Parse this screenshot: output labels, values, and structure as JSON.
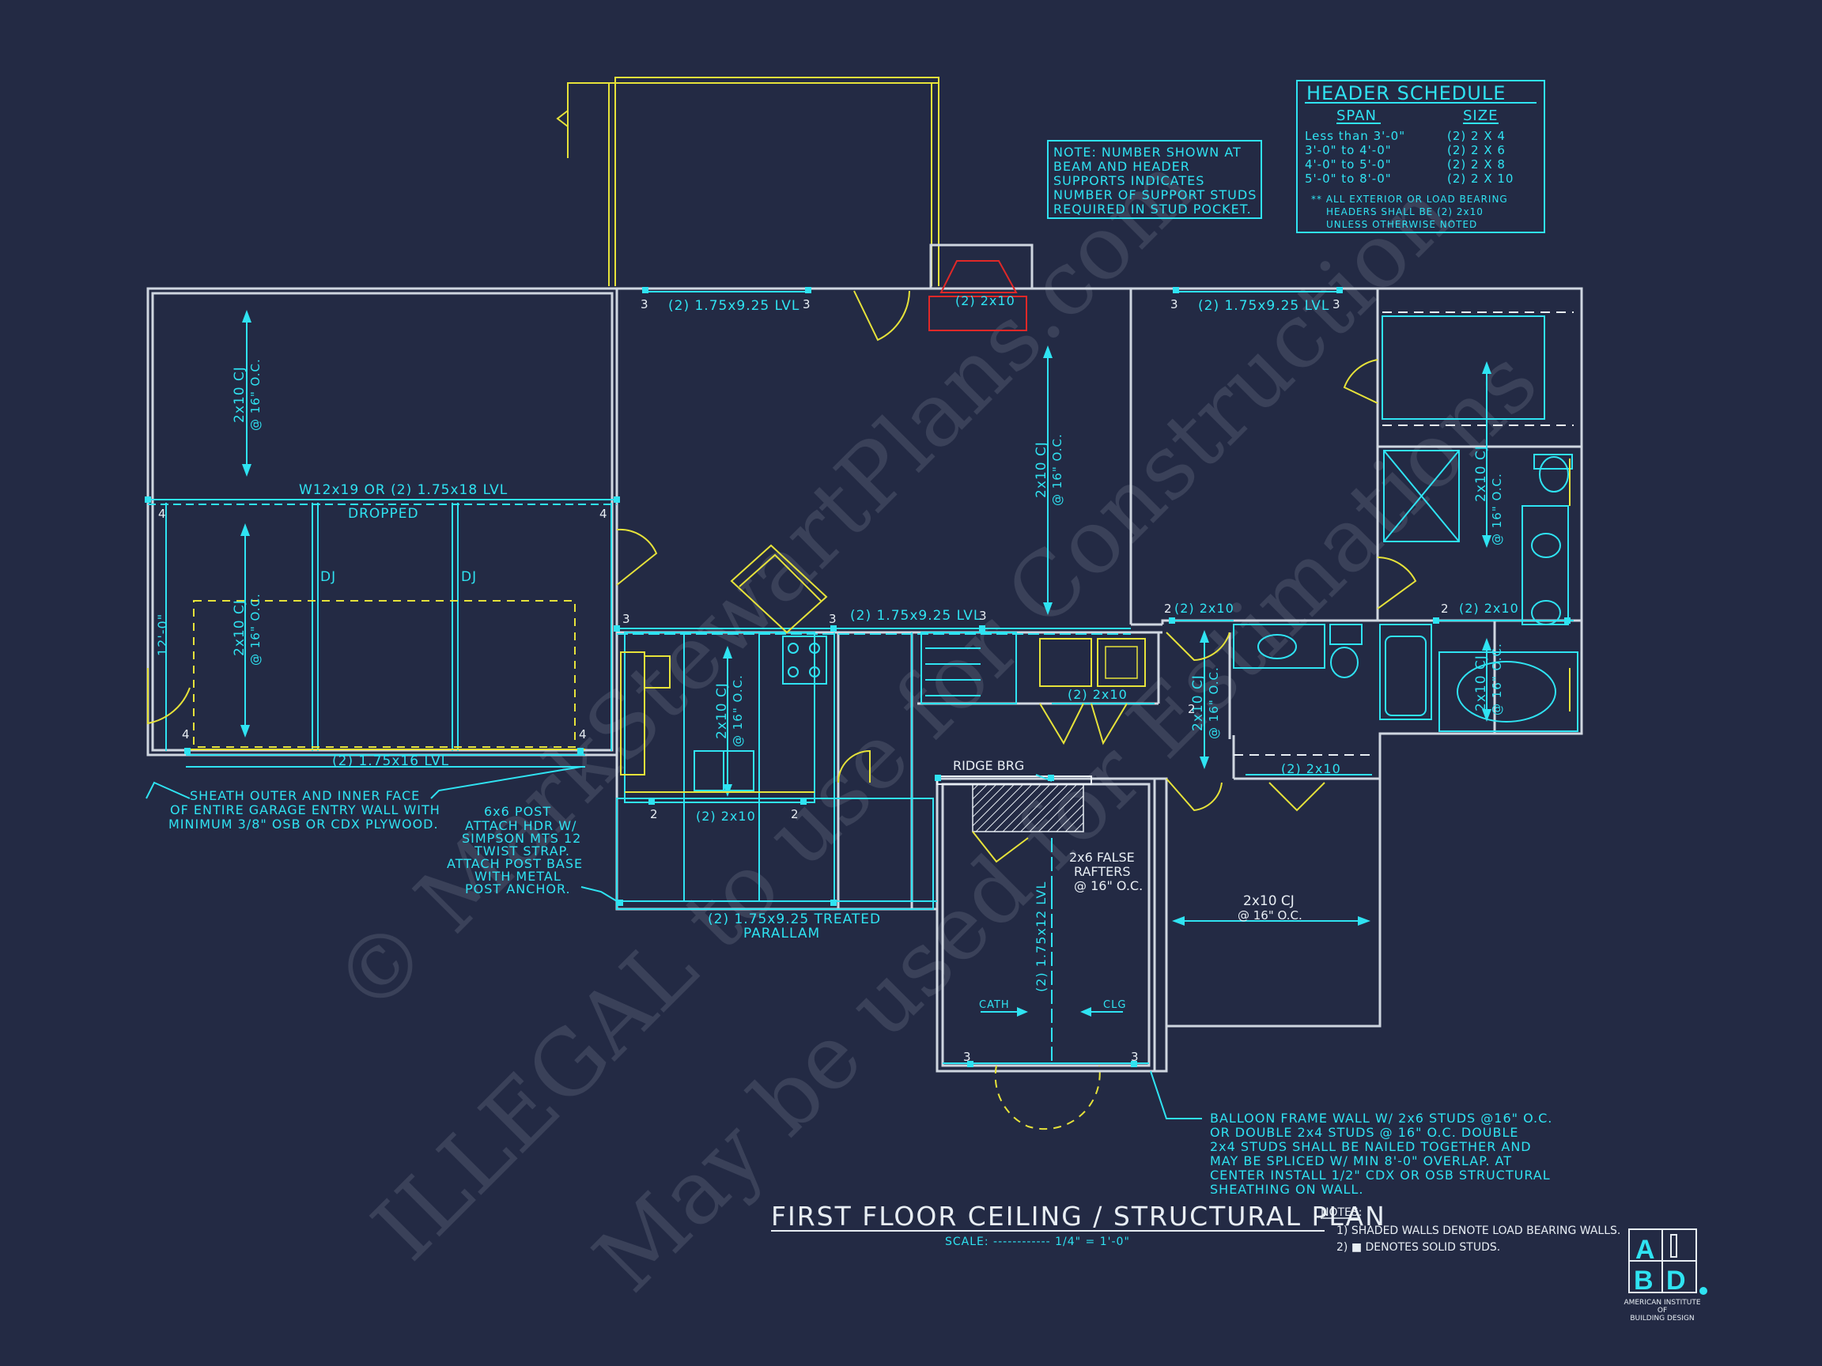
{
  "title": "FIRST FLOOR CEILING / STRUCTURAL PLAN",
  "scale": "SCALE: ------------ 1/4\" = 1'-0\"",
  "header_schedule": {
    "title": "HEADER SCHEDULE",
    "col_span": "SPAN",
    "col_size": "SIZE",
    "rows": [
      {
        "span": "Less than 3'-0\"",
        "size": "(2) 2 X 4"
      },
      {
        "span": "3'-0\" to 4'-0\"",
        "size": "(2) 2 X 6"
      },
      {
        "span": "4'-0\" to 5'-0\"",
        "size": "(2) 2 X 8"
      },
      {
        "span": "5'-0\" to 8'-0\"",
        "size": "(2) 2 X 10"
      }
    ],
    "note_1": "** ALL EXTERIOR OR LOAD BEARING",
    "note_2": "HEADERS SHALL BE (2) 2x10",
    "note_3": "UNLESS OTHERWISE NOTED"
  },
  "support_note": [
    "NOTE: NUMBER SHOWN AT",
    "BEAM AND HEADER",
    "SUPPORTS INDICATES",
    "NUMBER OF SUPPORT STUDS",
    "REQUIRED IN STUD POCKET."
  ],
  "labels": {
    "lvl_top_left": "(2) 1.75x9.25 LVL",
    "header_fireplace": "(2) 2x10",
    "lvl_top_right": "(2) 1.75x9.25 LVL",
    "garage_beam": "W12x19 OR (2) 1.75x18 LVL",
    "dropped": "DROPPED",
    "dj": "DJ",
    "lvl_garage_door": "(2) 1.75x16 LVL",
    "lvl_kitchen": "(2) 1.75x9.25 LVL",
    "header_2x10": "(2) 2x10",
    "ridge": "RIDGE BRG",
    "false_rafters_1": "2x6 FALSE",
    "false_rafters_2": "RAFTERS",
    "false_rafters_3": "@ 16\" O.C.",
    "lvl_vault": "(2) 1.75x12 LVL",
    "cath": "CATH",
    "clg": "CLG",
    "treated_1": "(2) 1.75x9.25 TREATED",
    "treated_2": "PARALLAM",
    "cj": "2x10 CJ",
    "oc": "@ 16\" O.C.",
    "dim_12": "12'-0\""
  },
  "stud_counts": [
    "3",
    "3",
    "3",
    "3",
    "4",
    "4",
    "4",
    "4",
    "3",
    "3",
    "3",
    "2",
    "2",
    "2",
    "2",
    "2",
    "3",
    "3"
  ],
  "sheath_note": [
    "SHEATH OUTER AND INNER FACE",
    "OF ENTIRE GARAGE ENTRY WALL WITH",
    "MINIMUM 3/8\" OSB OR CDX PLYWOOD."
  ],
  "post_note": [
    "6x6 POST",
    "ATTACH HDR W/",
    "SIMPSON MTS 12",
    "TWIST STRAP.",
    "ATTACH POST BASE",
    "WITH METAL",
    "POST ANCHOR."
  ],
  "balloon_note": [
    "BALLOON FRAME WALL W/ 2x6 STUDS @16\" O.C.",
    "OR DOUBLE 2x4 STUDS @ 16\" O.C.  DOUBLE",
    "2x4 STUDS SHALL BE NAILED TOGETHER AND",
    "MAY BE SPLICED W/ MIN 8'-0\" OVERLAP.  AT",
    "CENTER INSTALL 1/2\" CDX OR OSB STRUCTURAL",
    "SHEATHING ON WALL."
  ],
  "notes": {
    "heading": "NOTES:",
    "n1": "1) SHADED WALLS DENOTE LOAD BEARING WALLS.",
    "n2": "2) ■ DENOTES SOLID STUDS."
  },
  "logo": {
    "a": "A",
    "b": "B",
    "d": "D",
    "caption_1": "AMERICAN INSTITUTE",
    "caption_2": "OF",
    "caption_3": "BUILDING DESIGN"
  },
  "watermark": {
    "line_1": "© MarkStewartPlans.com",
    "line_2": "ILLEGAL to use for Construction",
    "line_3": "May be used for Estimations"
  },
  "colors": {
    "background": "#232a44",
    "cyan": "#2fe3f2",
    "yellow": "#e6e23a",
    "wall": "#cfd6e0",
    "red": "#e02828"
  }
}
